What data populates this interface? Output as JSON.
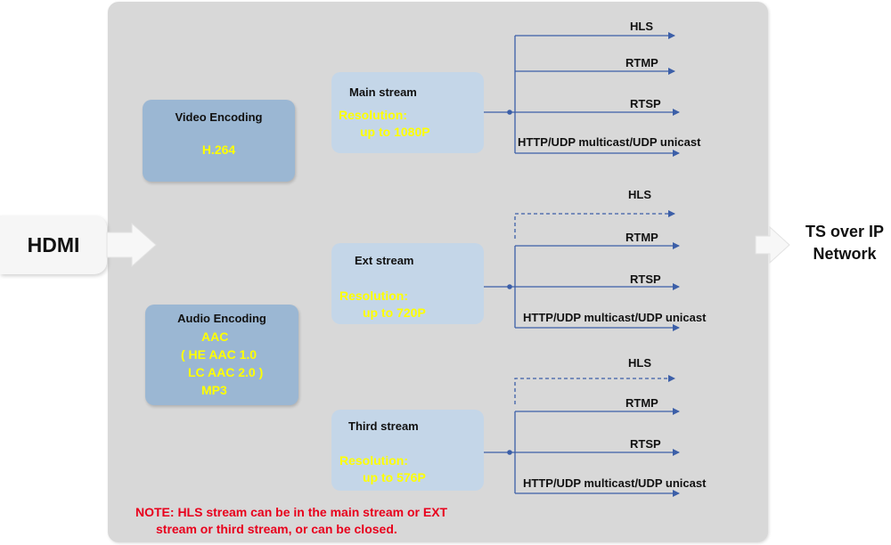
{
  "input": {
    "label": "HDMI"
  },
  "output": {
    "line1": "TS over IP",
    "line2": "Network"
  },
  "video_encoding": {
    "title": "Video Encoding",
    "codec": "H.264"
  },
  "audio_encoding": {
    "title": "Audio Encoding",
    "lines": [
      "AAC",
      "( HE AAC 1.0",
      "LC AAC 2.0 )",
      "MP3"
    ]
  },
  "streams": [
    {
      "title": "Main stream",
      "res_label": "Resolution:",
      "res_value": "up to 1080P"
    },
    {
      "title": "Ext stream",
      "res_label": "Resolution:",
      "res_value": "up to 720P"
    },
    {
      "title": "Third stream",
      "res_label": "Resolution:",
      "res_value": "up to 576P"
    }
  ],
  "protocols": [
    "HLS",
    "RTMP",
    "RTSP",
    "HTTP/UDP multicast/UDP unicast"
  ],
  "note": {
    "line1": "NOTE: HLS stream can be in the main stream or EXT",
    "line2": "stream or third stream, or can be closed."
  },
  "colors": {
    "line": "#3c5fa8",
    "panel": "#d8d8d8",
    "encoder_box": "#9bb7d3",
    "stream_box": "#c4d6e8",
    "yellow_text": "#ffff00",
    "note_text": "#e8001c"
  }
}
